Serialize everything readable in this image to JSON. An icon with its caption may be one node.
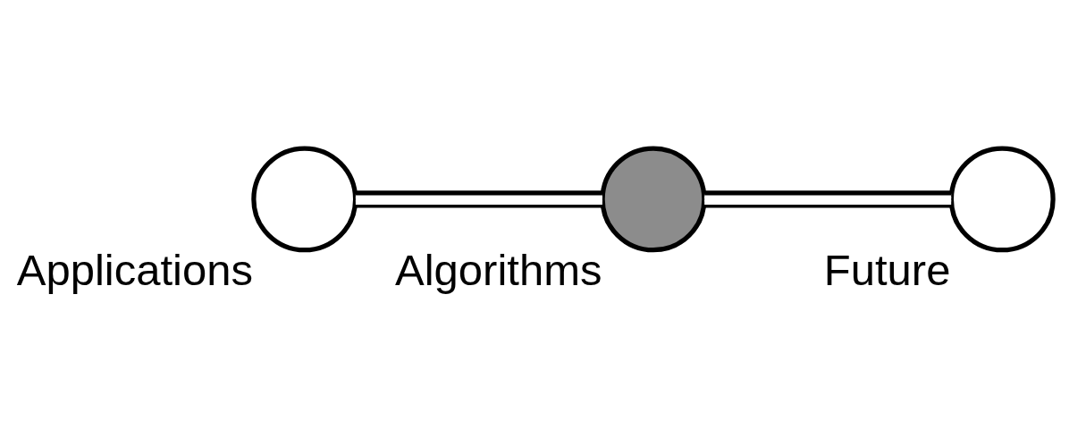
{
  "diagram": {
    "nodes": [
      {
        "text": [],
        "shape": "circle",
        "beside": [
          "Applications"
        ]
      },
      {
        "text": [],
        "shape": "circle",
        "beside": [
          "Algorithms"
        ]
      },
      {
        "text": [],
        "shape": "circle",
        "beside": [
          "Future"
        ]
      }
    ],
    "edges": [
      {
        "from": 0,
        "to": 1,
        "arrow": "none"
      },
      {
        "from": 1,
        "to": 2,
        "arrow": "none"
      }
    ]
  }
}
